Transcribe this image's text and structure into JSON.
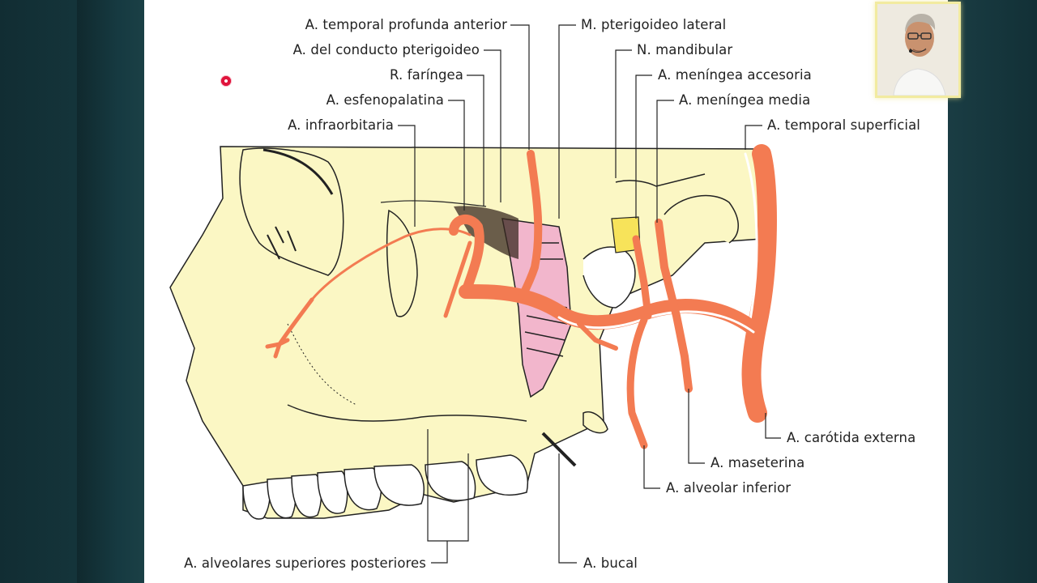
{
  "labels": {
    "temporal_profunda_anterior": "A. temporal profunda anterior",
    "conducto_pterigoideo": "A. del conducto pterigoideo",
    "faringea": "R. faríngea",
    "esfenopalatina": "A. esfenopalatina",
    "infraorbitaria": "A. infraorbitaria",
    "pterigoideo_lateral": "M. pterigoideo lateral",
    "mandibular": "N. mandibular",
    "meningea_accesoria": "A. meníngea accesoria",
    "meningea_media": "A. meníngea media",
    "temporal_superficial": "A. temporal superficial",
    "carotida_externa": "A. carótida externa",
    "maseterina": "A. maseterina",
    "alveolar_inferior": "A. alveolar inferior",
    "alveolares_superiores": "A. alveolares superiores posteriores",
    "bucal": "A. bucal"
  },
  "colors": {
    "bone": "#fbf7c4",
    "artery": "#f37b52",
    "muscle": "#f2b6cc",
    "nerve": "#f7e35a",
    "background": "#1f4a50"
  }
}
